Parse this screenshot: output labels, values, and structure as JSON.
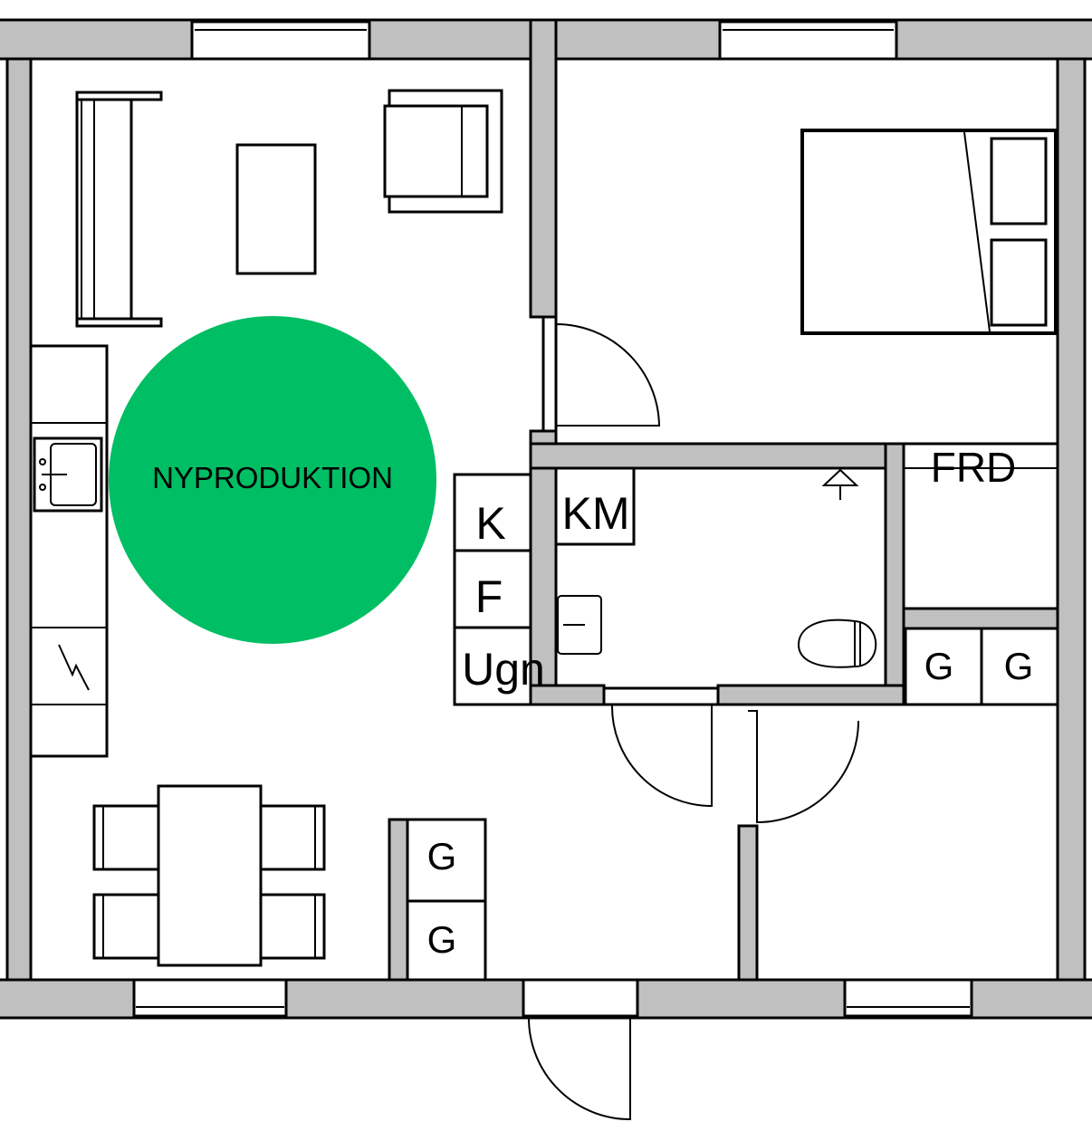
{
  "badge": {
    "text": "NYPRODUKTION",
    "color": "#00BE64"
  },
  "labels": {
    "fridge": "K",
    "freezer": "F",
    "oven": "Ugn",
    "washer": "KM",
    "closet_frd": "FRD",
    "wardrobe": "G"
  },
  "colors": {
    "wall": "#c0c0c0",
    "line": "#000000"
  }
}
